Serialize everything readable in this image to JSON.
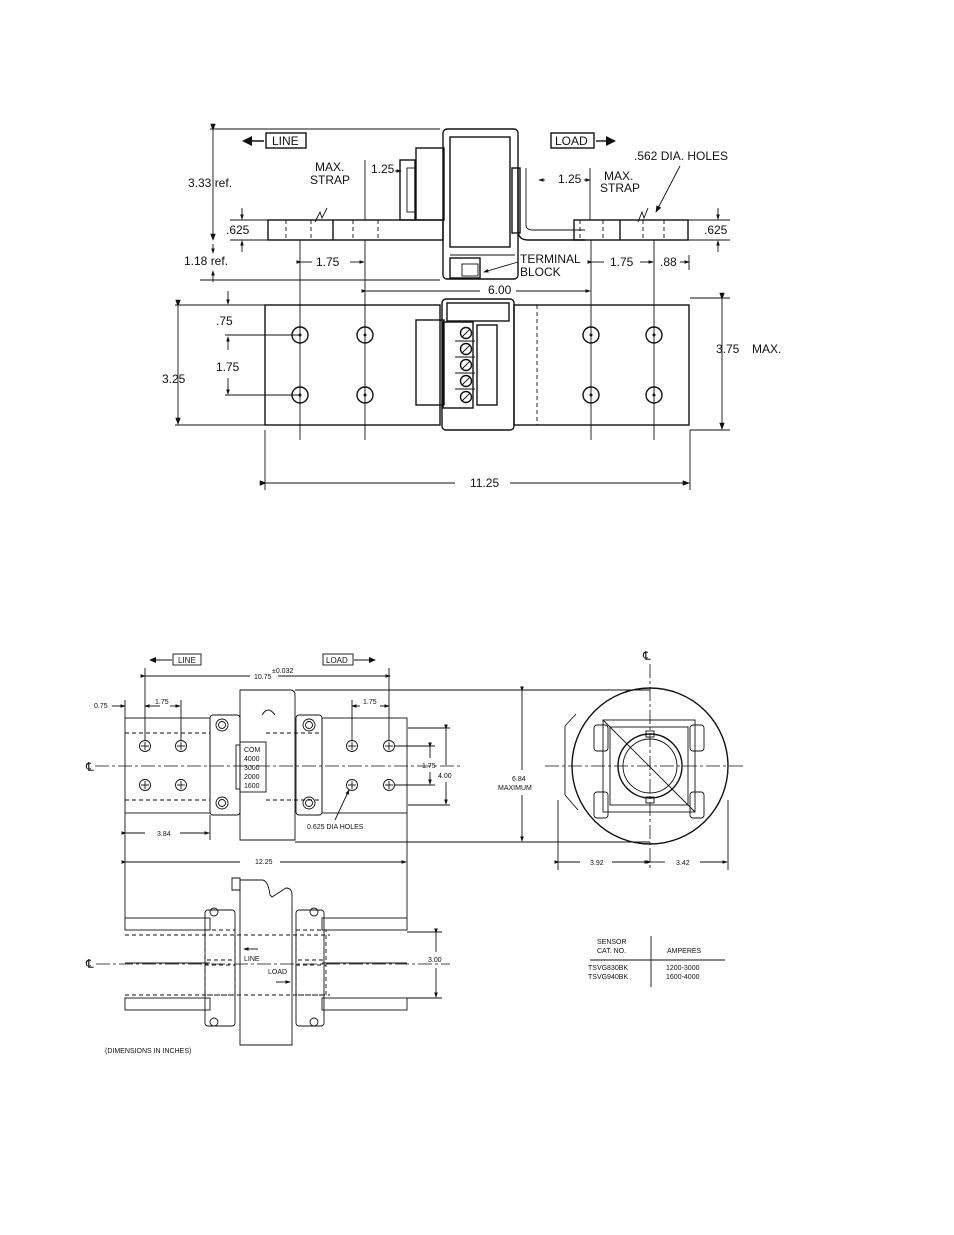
{
  "fig1": {
    "line_tag": "LINE",
    "load_tag": "LOAD",
    "dim_333": "3.33 ref.",
    "dim_118": "1.18 ref.",
    "dim_625_left": ".625",
    "dim_625_right": ".625",
    "max_strap_left_1": "MAX.",
    "max_strap_left_2": "STRAP",
    "max_strap_right_1": "MAX.",
    "max_strap_right_2": "STRAP",
    "dim_125_left": "1.25",
    "dim_125_right": "1.25",
    "holes_label": ".562 DIA. HOLES",
    "terminal_1": "TERMINAL",
    "terminal_2": "BLOCK",
    "dim_175_left": "1.75",
    "dim_175_right": "1.75",
    "dim_088": ".88",
    "dim_600": "6.00",
    "dim_075": ".75",
    "dim_175_vert": "1.75",
    "dim_325": "3.25",
    "dim_375": "3.75",
    "dim_max": "MAX.",
    "dim_1125": "11.25"
  },
  "fig2": {
    "line_tag": "LINE",
    "load_tag": "LOAD",
    "dim_1075": "10.75",
    "dim_1075_tol": "±0.032",
    "dim_075": "0.75",
    "dim_175_a": "1.75",
    "dim_175_b": "1.75",
    "dim_175_vert": "1.75",
    "dim_400": "4.00",
    "dim_684_1": "6.84",
    "dim_684_2": "MAXIMUM",
    "tap_labels": [
      "COM",
      "4000",
      "3000",
      "2000",
      "1600"
    ],
    "dim_384": "3.84",
    "holes_label": "0.625 DIA HOLES",
    "dim_1225": "12.25",
    "dim_392": "3.92",
    "dim_342": "3.42",
    "dim_300": "3.00",
    "line_arrow": "LINE",
    "load_arrow": "LOAD",
    "units_note": "(DIMENSIONS IN INCHES)",
    "centerline": "℄"
  },
  "table": {
    "headers": [
      "SENSOR\nCAT. NO.",
      "AMPERES"
    ],
    "header_col1_line1": "SENSOR",
    "header_col1_line2": "CAT. NO.",
    "header_col2": "AMPERES",
    "rows": [
      {
        "cat": "TSVG830BK",
        "amps": "1200-3000"
      },
      {
        "cat": "TSVG940BK",
        "amps": "1600-4000"
      }
    ]
  }
}
